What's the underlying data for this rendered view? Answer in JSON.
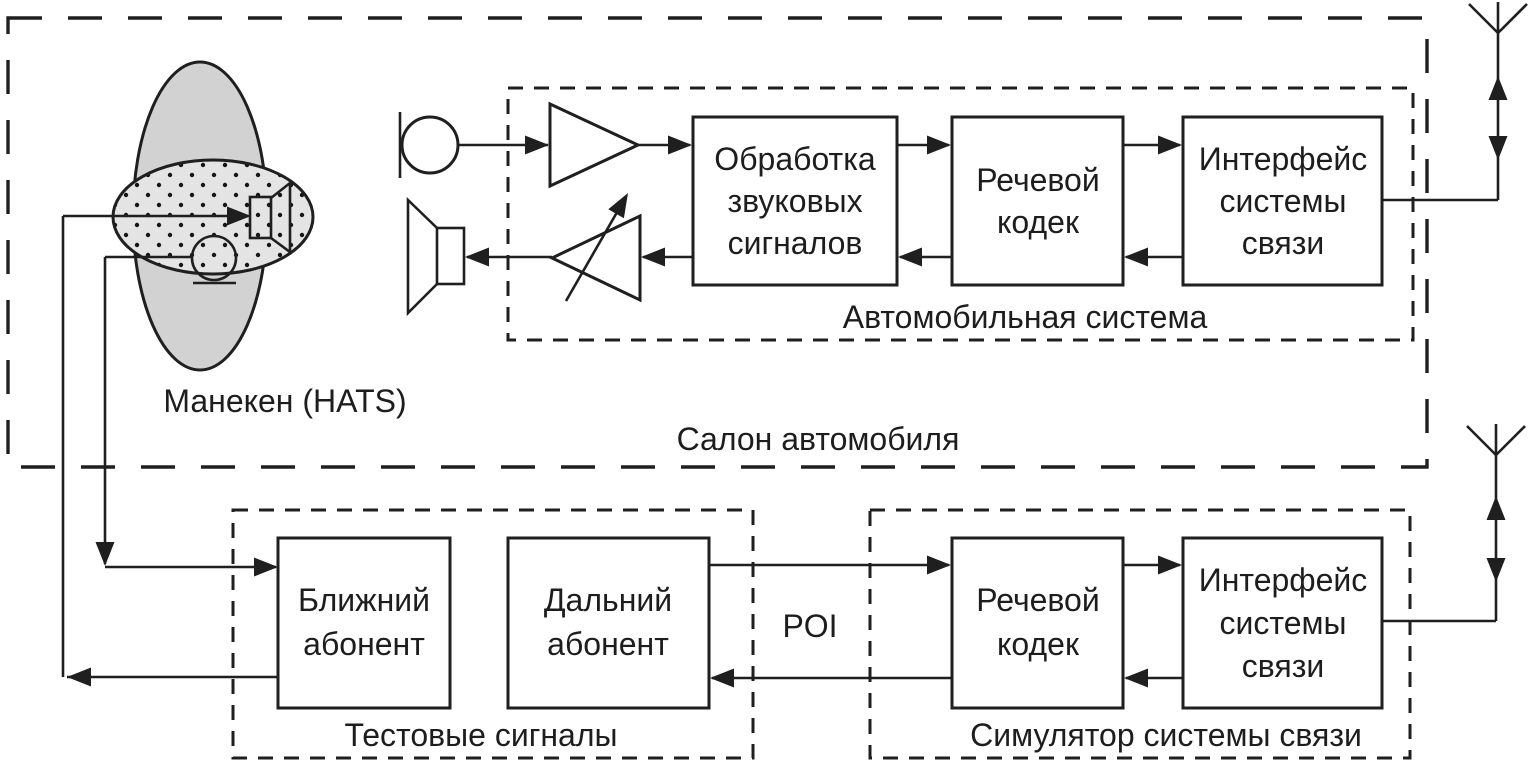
{
  "colors": {
    "line": "#1f1f1f",
    "text": "#1d1d1d",
    "body_fill": "#d2d2d2",
    "head_fill": "#e4e4e4",
    "block_fill": "#ffffff",
    "background": "#ffffff"
  },
  "regions": {
    "cabin": "Салон автомобиля",
    "car_system": "Автомобильная система",
    "test_signals": "Тестовые сигналы",
    "simulator": "Симулятор системы связи"
  },
  "labels": {
    "mannequin": "Манекен (HATS)",
    "poi": "POI"
  },
  "blocks": {
    "audio_processing": {
      "lines": [
        "Обработка",
        "звуковых",
        "сигналов"
      ]
    },
    "speech_codec_top": {
      "lines": [
        "Речевой",
        "кодек"
      ]
    },
    "comm_interface_top": {
      "lines": [
        "Интерфейс",
        "системы",
        "связи"
      ]
    },
    "near_end_subscriber": {
      "lines": [
        "Ближний",
        "абонент"
      ]
    },
    "far_end_subscriber": {
      "lines": [
        "Дальний",
        "абонент"
      ]
    },
    "speech_codec_bottom": {
      "lines": [
        "Речевой",
        "кодек"
      ]
    },
    "comm_interface_bottom": {
      "lines": [
        "Интерфейс",
        "системы",
        "связи"
      ]
    }
  },
  "icons": {
    "microphone": "microphone-icon",
    "loudspeaker": "loudspeaker-icon",
    "amplifier": "amplifier-icon",
    "attenuator": "variable-attenuator-icon",
    "antenna_top": "antenna-icon",
    "antenna_bottom": "antenna-icon",
    "hats_mouth": "artificial-mouth-icon",
    "hats_ear": "artificial-ear-icon"
  }
}
